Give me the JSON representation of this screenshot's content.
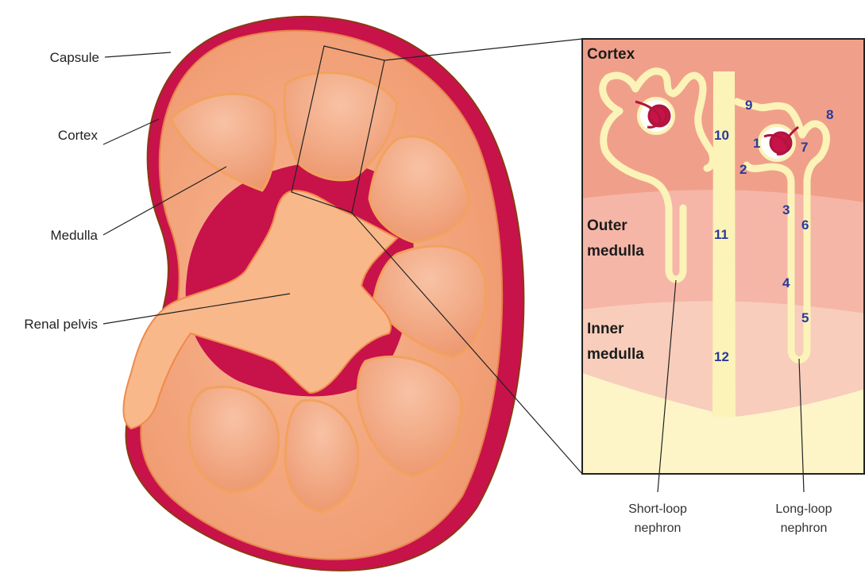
{
  "colors": {
    "capsule": "#c8124a",
    "cortex": "#f4a27a",
    "medulla": "#ee9a6a",
    "pelvis": "#f8b88a",
    "tubule": "#fbf3b8",
    "glomerulus": "#b0153c",
    "number": "#2a3a9c",
    "inset_cortex": "#f0a08a",
    "inset_outer_medulla": "#f5b6a8",
    "inset_inner_medulla": "#f8cdbb",
    "inset_papilla": "#fdf5c8"
  },
  "kidney_labels": {
    "capsule": "Capsule",
    "cortex": "Cortex",
    "medulla": "Medulla",
    "renal_pelvis": "Renal pelvis"
  },
  "inset": {
    "cortex": "Cortex",
    "outer_medulla_1": "Outer",
    "outer_medulla_2": "medulla",
    "inner_medulla_1": "Inner",
    "inner_medulla_2": "medulla",
    "numbers": [
      "1",
      "2",
      "3",
      "4",
      "5",
      "6",
      "7",
      "8",
      "9",
      "10",
      "11",
      "12"
    ]
  },
  "nephron_labels": {
    "short_loop_1": "Short-loop",
    "short_loop_2": "nephron",
    "long_loop_1": "Long-loop",
    "long_loop_2": "nephron"
  }
}
